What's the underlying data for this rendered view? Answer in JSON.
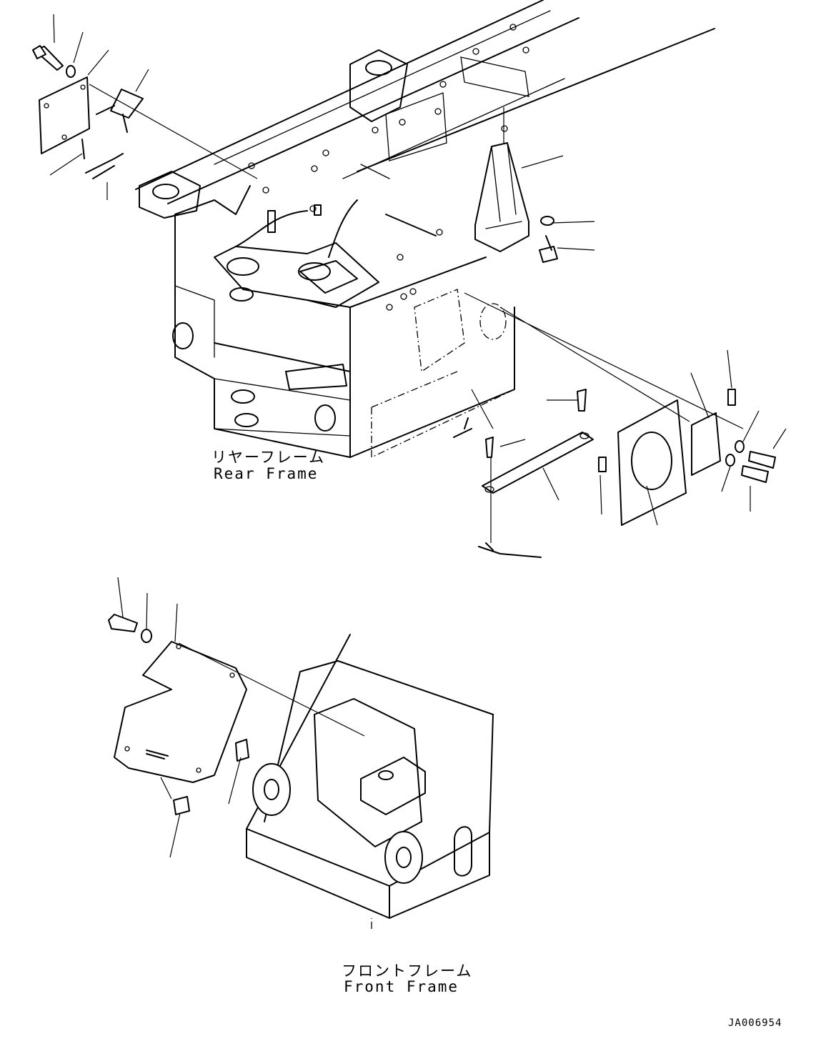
{
  "labels": {
    "rear_frame_jp": "リヤーフレーム",
    "rear_frame_en": "Rear Frame",
    "front_frame_jp": "フロントフレーム",
    "front_frame_en": "Front Frame",
    "drawing_id": "JA006954"
  },
  "colors": {
    "line": "#000000",
    "background": "#ffffff"
  }
}
